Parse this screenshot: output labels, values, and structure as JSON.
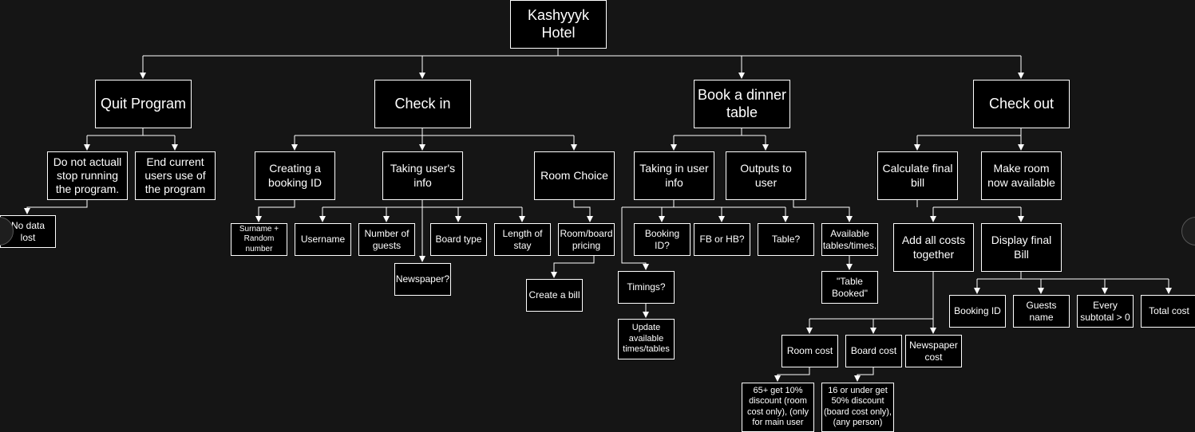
{
  "nodes": {
    "root": "Kashyyyk Hotel",
    "quit": "Quit Program",
    "checkin": "Check in",
    "dinner": "Book a dinner table",
    "checkout": "Check out",
    "not_stop": "Do not actuall stop running the program.",
    "end_use": "End current users use of the program",
    "data_lost": "No data lost",
    "booking_id_create": "Creating a booking ID",
    "user_info": "Taking user's info",
    "room_choice": "Room Choice",
    "surname": "Surname + Random number",
    "username": "Username",
    "num_guests": "Number of guests",
    "board_type": "Board type",
    "length_stay": "Length of stay",
    "newspaper": "Newspaper?",
    "room_board_pricing": "Room/board pricing",
    "create_bill": "Create a bill",
    "taking_info": "Taking in user info",
    "outputs": "Outputs to user",
    "booking_id_q": "Booking ID?",
    "fb_hb": "FB or HB?",
    "table_q": "Table?",
    "available_tables": "Available tables/times.",
    "table_booked": "\"Table Booked\"",
    "timings": "Timings?",
    "update_avail": "Update available times/tables",
    "calc_bill": "Calculate final bill",
    "make_room": "Make room now available",
    "add_costs": "Add all costs together",
    "display_bill": "Display final Bill",
    "booking_id_out": "Booking ID",
    "guests_name": "Guests name",
    "every_subtotal": "Every subtotal > 0",
    "total_cost": "Total cost",
    "room_cost": "Room cost",
    "board_cost": "Board cost",
    "newspaper_cost": "Newspaper cost",
    "discount_65": "65+ get 10% discount (room cost only), (only for main user",
    "discount_16": "16 or under get 50% discount (board cost only), (any person)"
  }
}
